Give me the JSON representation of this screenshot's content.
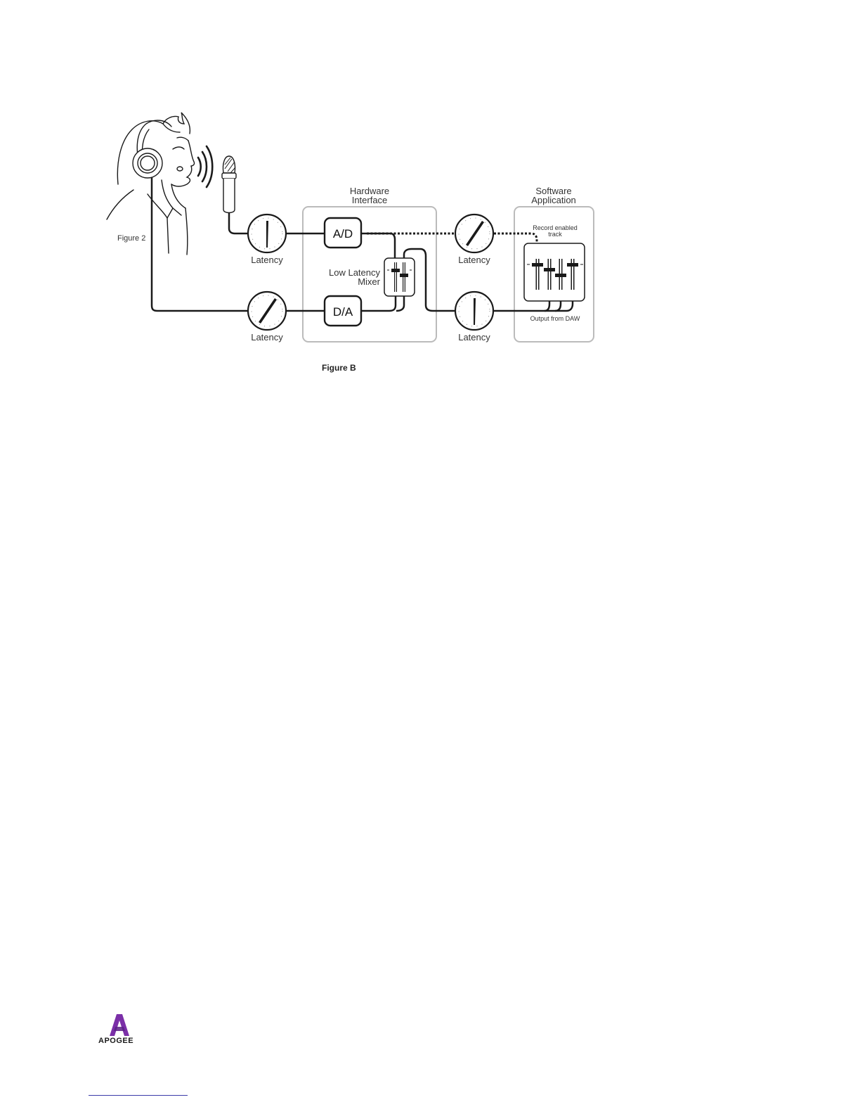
{
  "diagram": {
    "hardware_title_line1": "Hardware",
    "hardware_title_line2": "Interface",
    "software_title_line1": "Software",
    "software_title_line2": "Application",
    "ad_label": "A/D",
    "da_label": "D/A",
    "latency_label": "Latency",
    "mixer_line1": "Low Latency",
    "mixer_line2": "Mixer",
    "record_line1": "Record enabled",
    "record_line2": "track",
    "output_label": "Output from DAW",
    "figure2_caption": "Figure 2",
    "figureb_caption": "Figure B"
  },
  "footer": {
    "brand": "APOGEE",
    "brand_color": "#7b2fa8"
  },
  "colors": {
    "line": "#1a1a1a",
    "box_border": "#bbbbbb"
  }
}
